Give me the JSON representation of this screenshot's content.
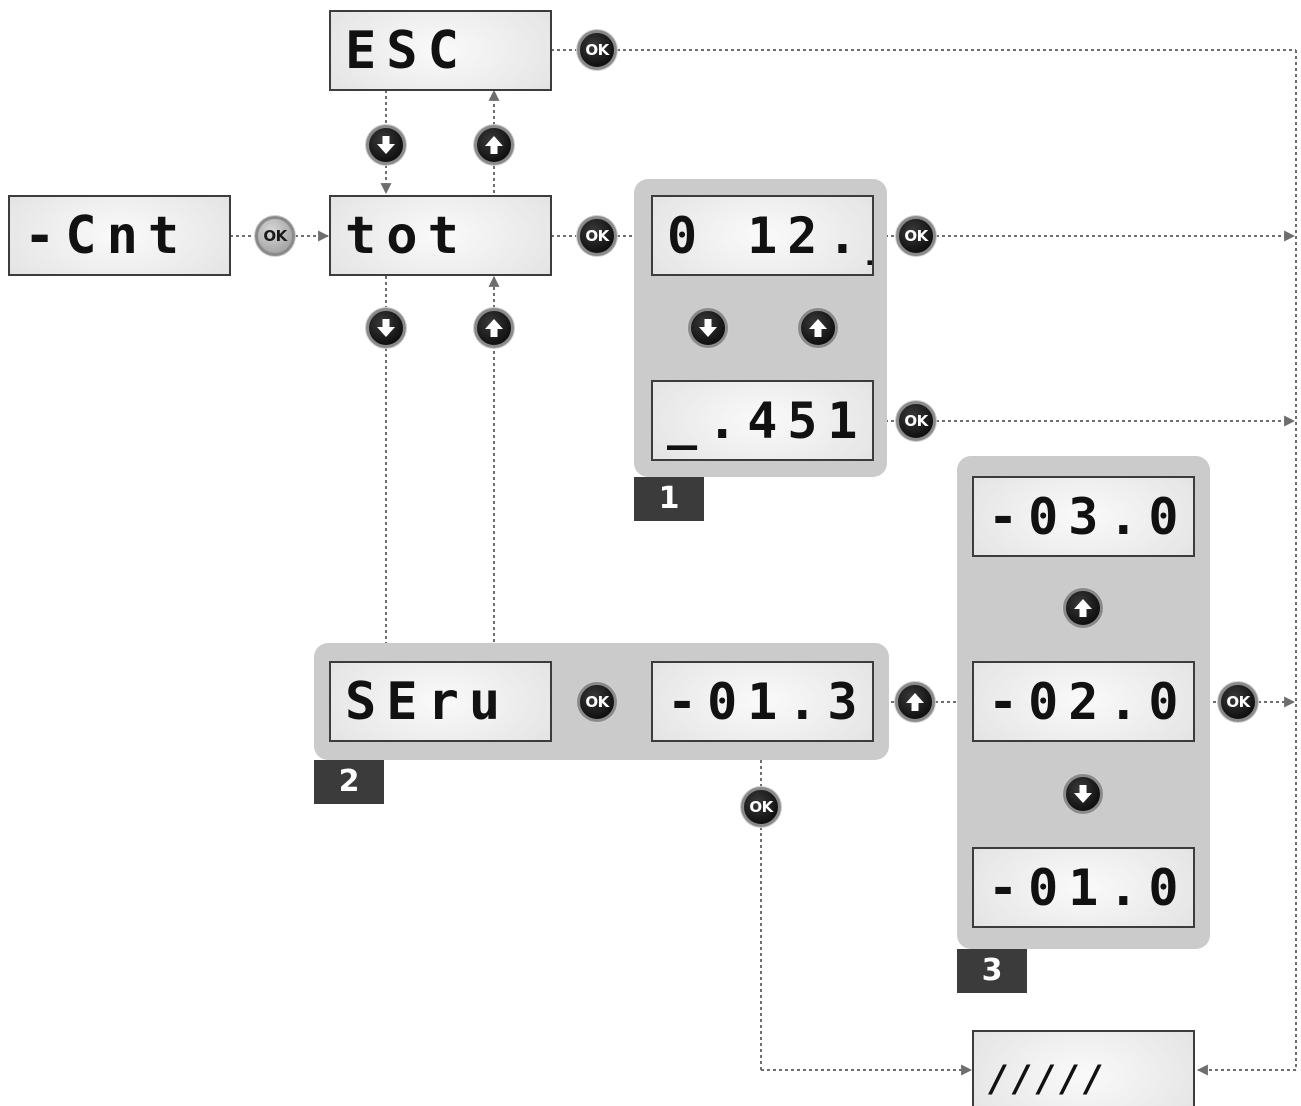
{
  "displays": {
    "esc": "ESC",
    "cnt": "-Cnt",
    "tot": "tot",
    "tot_high": "0 12._",
    "tot_low": "_.451",
    "serv": "SEru",
    "serv_value": "-01.3",
    "step_up": "-03.0",
    "step_mid": "-02.0",
    "step_down": "-01.0",
    "saving": "/////"
  },
  "group_tags": {
    "one": "1",
    "two": "2",
    "three": "3"
  },
  "buttons": {
    "ok_label": "OK",
    "up_icon": "arrow-up-icon",
    "down_icon": "arrow-down-icon"
  },
  "colors": {
    "group_fill": "#cbcbcb",
    "tag_fill": "#3b3b3b",
    "lcd_border": "#3c3c3c",
    "connector": "#6e6e6e",
    "button_fill": "#111111"
  }
}
